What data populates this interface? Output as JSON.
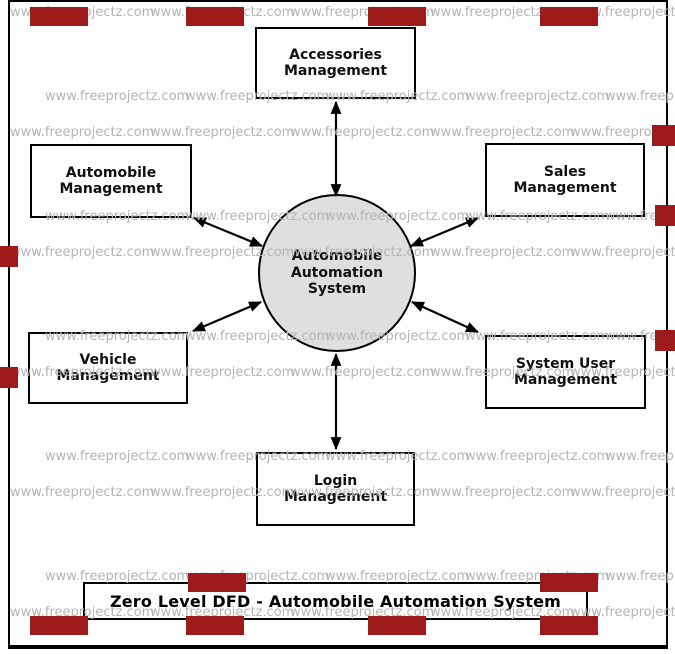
{
  "diagram": {
    "title": "Zero Level DFD - Automobile Automation System",
    "process": {
      "line1": "Automobile",
      "line2": "Automation",
      "line3": "System"
    },
    "entities": [
      {
        "id": "accessories",
        "line1": "Accessories",
        "line2": "Management"
      },
      {
        "id": "automobile",
        "line1": "Automobile",
        "line2": "Management"
      },
      {
        "id": "sales",
        "line1": "Sales",
        "line2": "Management"
      },
      {
        "id": "vehicle",
        "line1": "Vehicle",
        "line2": "Management"
      },
      {
        "id": "system-user",
        "line1": "System User",
        "line2": "Management"
      },
      {
        "id": "login",
        "line1": "Login",
        "line2": "Management"
      }
    ]
  },
  "watermark": {
    "text": "www.freeprojectz.com"
  },
  "colors": {
    "background": "#ffffff",
    "line": "#000000",
    "process_fill": "#dfdfdf",
    "watermark_text": "#b4b4b4",
    "watermark_block": "#9e1b1b"
  }
}
